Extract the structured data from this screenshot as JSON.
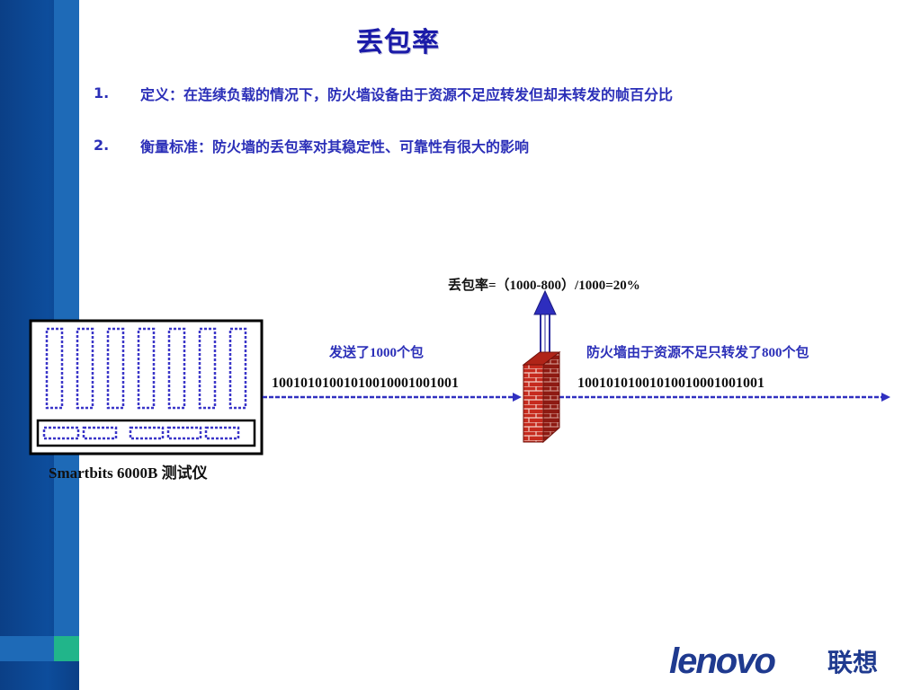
{
  "slide": {
    "title": "丢包率",
    "bullets": [
      {
        "num": "1.",
        "text": "定义：在连续负载的情况下，防火墙设备由于资源不足应转发但却未转发的帧百分比"
      },
      {
        "num": "2.",
        "text": "衡量标准：防火墙的丢包率对其稳定性、可靠性有很大的影响"
      }
    ]
  },
  "diagram": {
    "formula": "丢包率=（1000-800）/1000=20%",
    "sent_label": "发送了1000个包",
    "forwarded_label": "防火墙由于资源不足只转发了800个包",
    "bits_left": "1001010100101001000100100​1",
    "bits_right": "1001010100101001000100100​1",
    "device_label": "Smartbits 6000B 测试仪"
  },
  "logo": {
    "brand": "lenovo",
    "brand_cn": "联想"
  },
  "colors": {
    "sidebar": "#0b3f86",
    "accent_blue": "#1e6ab7",
    "accent_green": "#21b58a",
    "text_blue": "#2b2fb8",
    "firewall_red": "#c0392b",
    "arrow_blue": "#3030c0"
  }
}
